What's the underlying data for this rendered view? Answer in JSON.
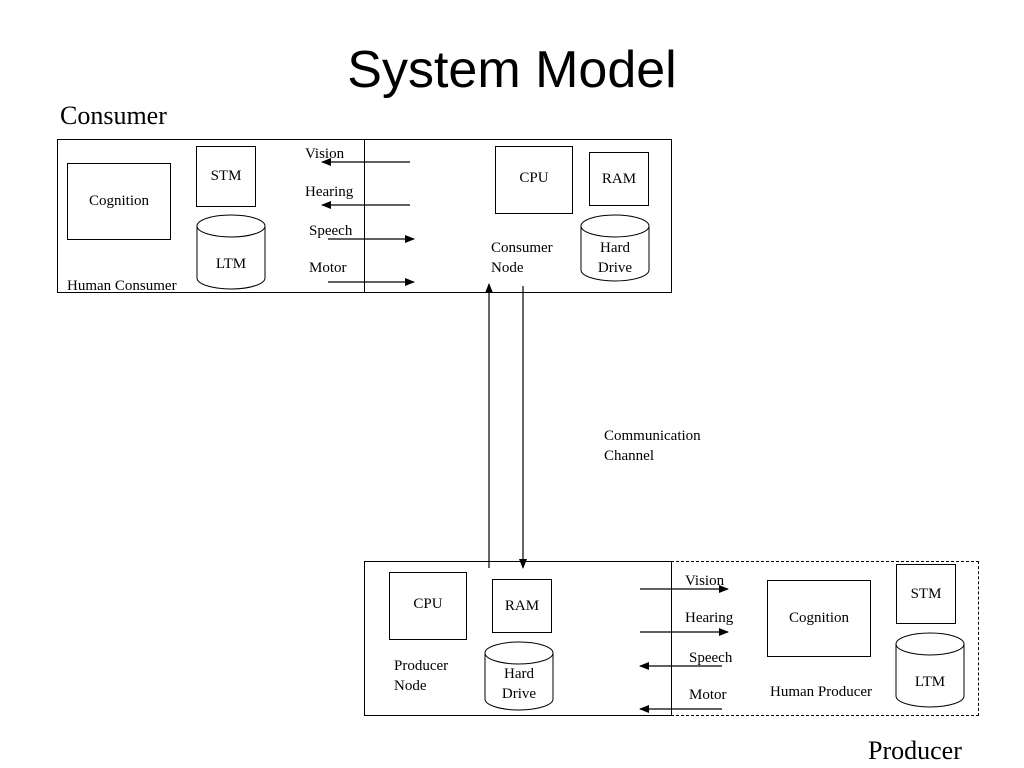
{
  "title": "System Model",
  "consumer": {
    "section_label": "Consumer",
    "human_label": "Human Consumer",
    "cognition": "Cognition",
    "stm": "STM",
    "ltm": "LTM",
    "channels": [
      "Vision",
      "Hearing",
      "Speech",
      "Motor"
    ],
    "node_label_line1": "Consumer",
    "node_label_line2": "Node",
    "cpu": "CPU",
    "ram": "RAM",
    "hard_drive_line1": "Hard",
    "hard_drive_line2": "Drive"
  },
  "communication": {
    "line1": "Communication",
    "line2": "Channel"
  },
  "producer": {
    "section_label": "Producer",
    "human_label": "Human Producer",
    "cognition": "Cognition",
    "stm": "STM",
    "ltm": "LTM",
    "channels": [
      "Vision",
      "Hearing",
      "Speech",
      "Motor"
    ],
    "node_label_line1": "Producer",
    "node_label_line2": "Node",
    "cpu": "CPU",
    "ram": "RAM",
    "hard_drive_line1": "Hard",
    "hard_drive_line2": "Drive"
  }
}
